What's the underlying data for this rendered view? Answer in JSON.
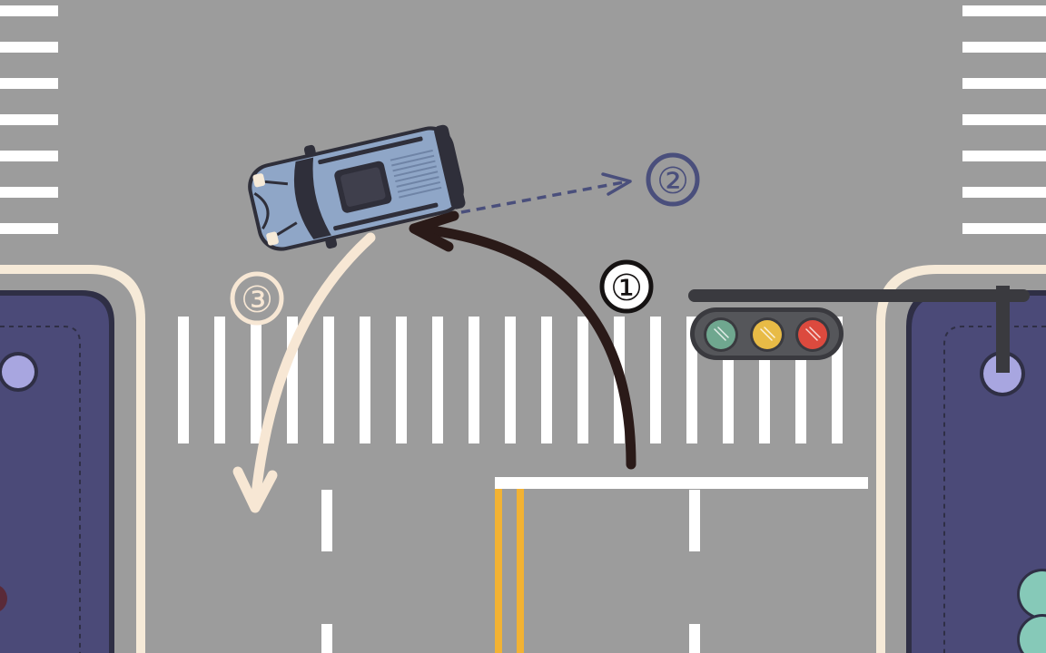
{
  "labels": {
    "route_1": "①",
    "route_2": "②",
    "route_3": "③"
  },
  "colors": {
    "road": "#9c9c9c",
    "marking_white": "#ffffff",
    "center_line_yellow": "#f2b233",
    "sidewalk": "#4b4a78",
    "curb_cream": "#f6ead8",
    "route_1_arrow": "#2a1a18",
    "route_2_arrow": "#4a4f7c",
    "route_3_arrow": "#f7e7d4",
    "car_body": "#8fa6c7",
    "signal_housing": "#55565a",
    "signal_green": "#6fa78f",
    "signal_yellow": "#e8bb46",
    "signal_red": "#dc4a3e"
  },
  "icons": [
    "car-icon",
    "traffic-light-icon",
    "left-turn-arrow-icon",
    "straight-arrow-icon",
    "u-turn-arrow-icon"
  ]
}
